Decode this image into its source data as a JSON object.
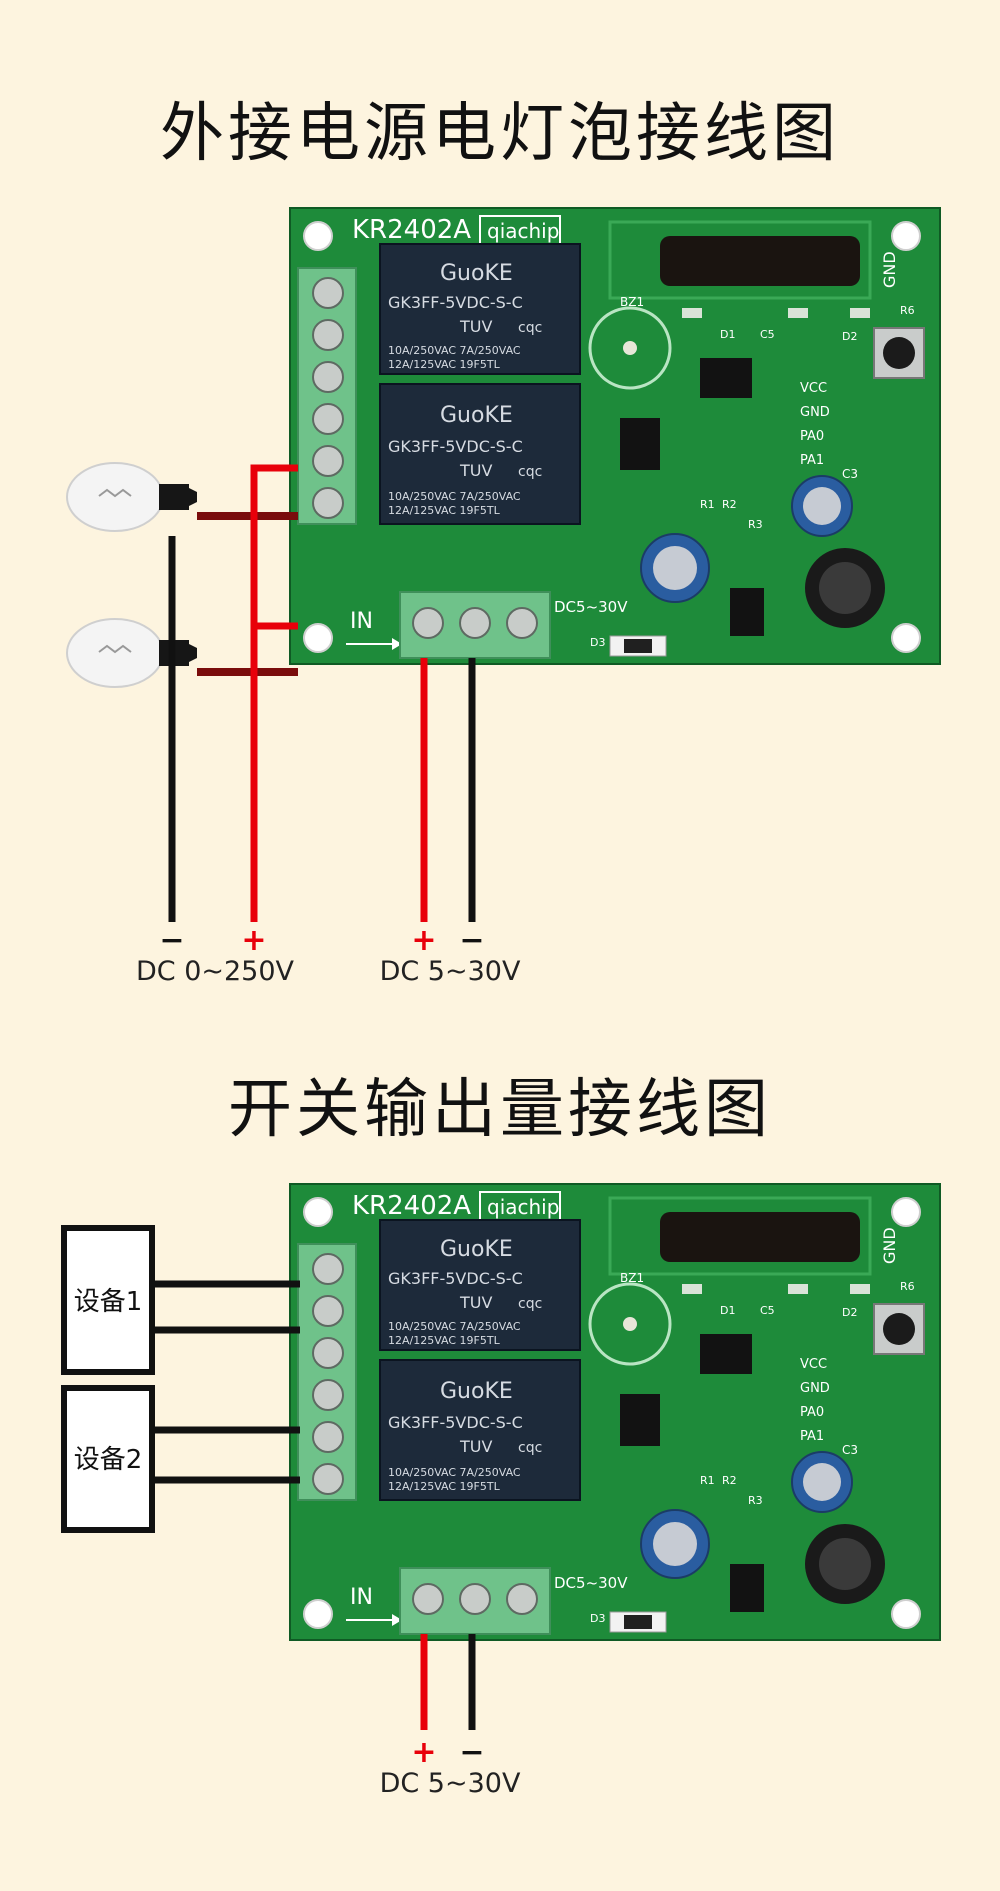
{
  "diagram1": {
    "title": "外接电源电灯泡接线图",
    "board": {
      "model": "KR2402A",
      "brand": "qiachip",
      "relay_brand": "GuoKE",
      "relay_model": "GK3FF-5VDC-S-C",
      "relay_mark": "TUV",
      "relay_cert": "cqc",
      "relay_spec_a": "10A/250VAC  7A/250VAC",
      "relay_spec_b": "12A/125VAC    19F5TL",
      "in_label": "IN",
      "dc_mark": "DC5~30V",
      "pcb_labels": [
        "GND",
        "VCC",
        "GND",
        "PA0",
        "PA1",
        "BZ1",
        "C3",
        "R6",
        "D1",
        "D2",
        "C5",
        "R1",
        "R2",
        "R3",
        "D3"
      ]
    },
    "load_minus": "−",
    "load_plus": "+",
    "load_voltage": "DC 0~250V",
    "power_plus": "+",
    "power_minus": "−",
    "power_voltage": "DC 5~30V"
  },
  "diagram2": {
    "title": "开关输出量接线图",
    "board": {
      "model": "KR2402A",
      "brand": "qiachip",
      "relay_brand": "GuoKE",
      "relay_model": "GK3FF-5VDC-S-C",
      "relay_mark": "TUV",
      "relay_cert": "cqc",
      "relay_spec_a": "10A/250VAC  7A/250VAC",
      "relay_spec_b": "12A/125VAC    19F5TL",
      "in_label": "IN",
      "dc_mark": "DC5~30V",
      "pcb_labels": [
        "GND",
        "VCC",
        "GND",
        "PA0",
        "PA1",
        "BZ1",
        "C3",
        "R6",
        "D1",
        "D2",
        "C5",
        "R1",
        "R2",
        "R3",
        "D3"
      ]
    },
    "device1": "设备1",
    "device2": "设备2",
    "power_plus": "+",
    "power_minus": "−",
    "power_voltage": "DC 5~30V"
  },
  "colors": {
    "background": "#fdf4df",
    "pcb": "#1e8b3a",
    "terminal": "#6fc28a",
    "relay": "#1d2a3a",
    "wire_red": "#e8000a",
    "wire_black": "#111111",
    "wire_darkred": "#7a0c0c"
  }
}
